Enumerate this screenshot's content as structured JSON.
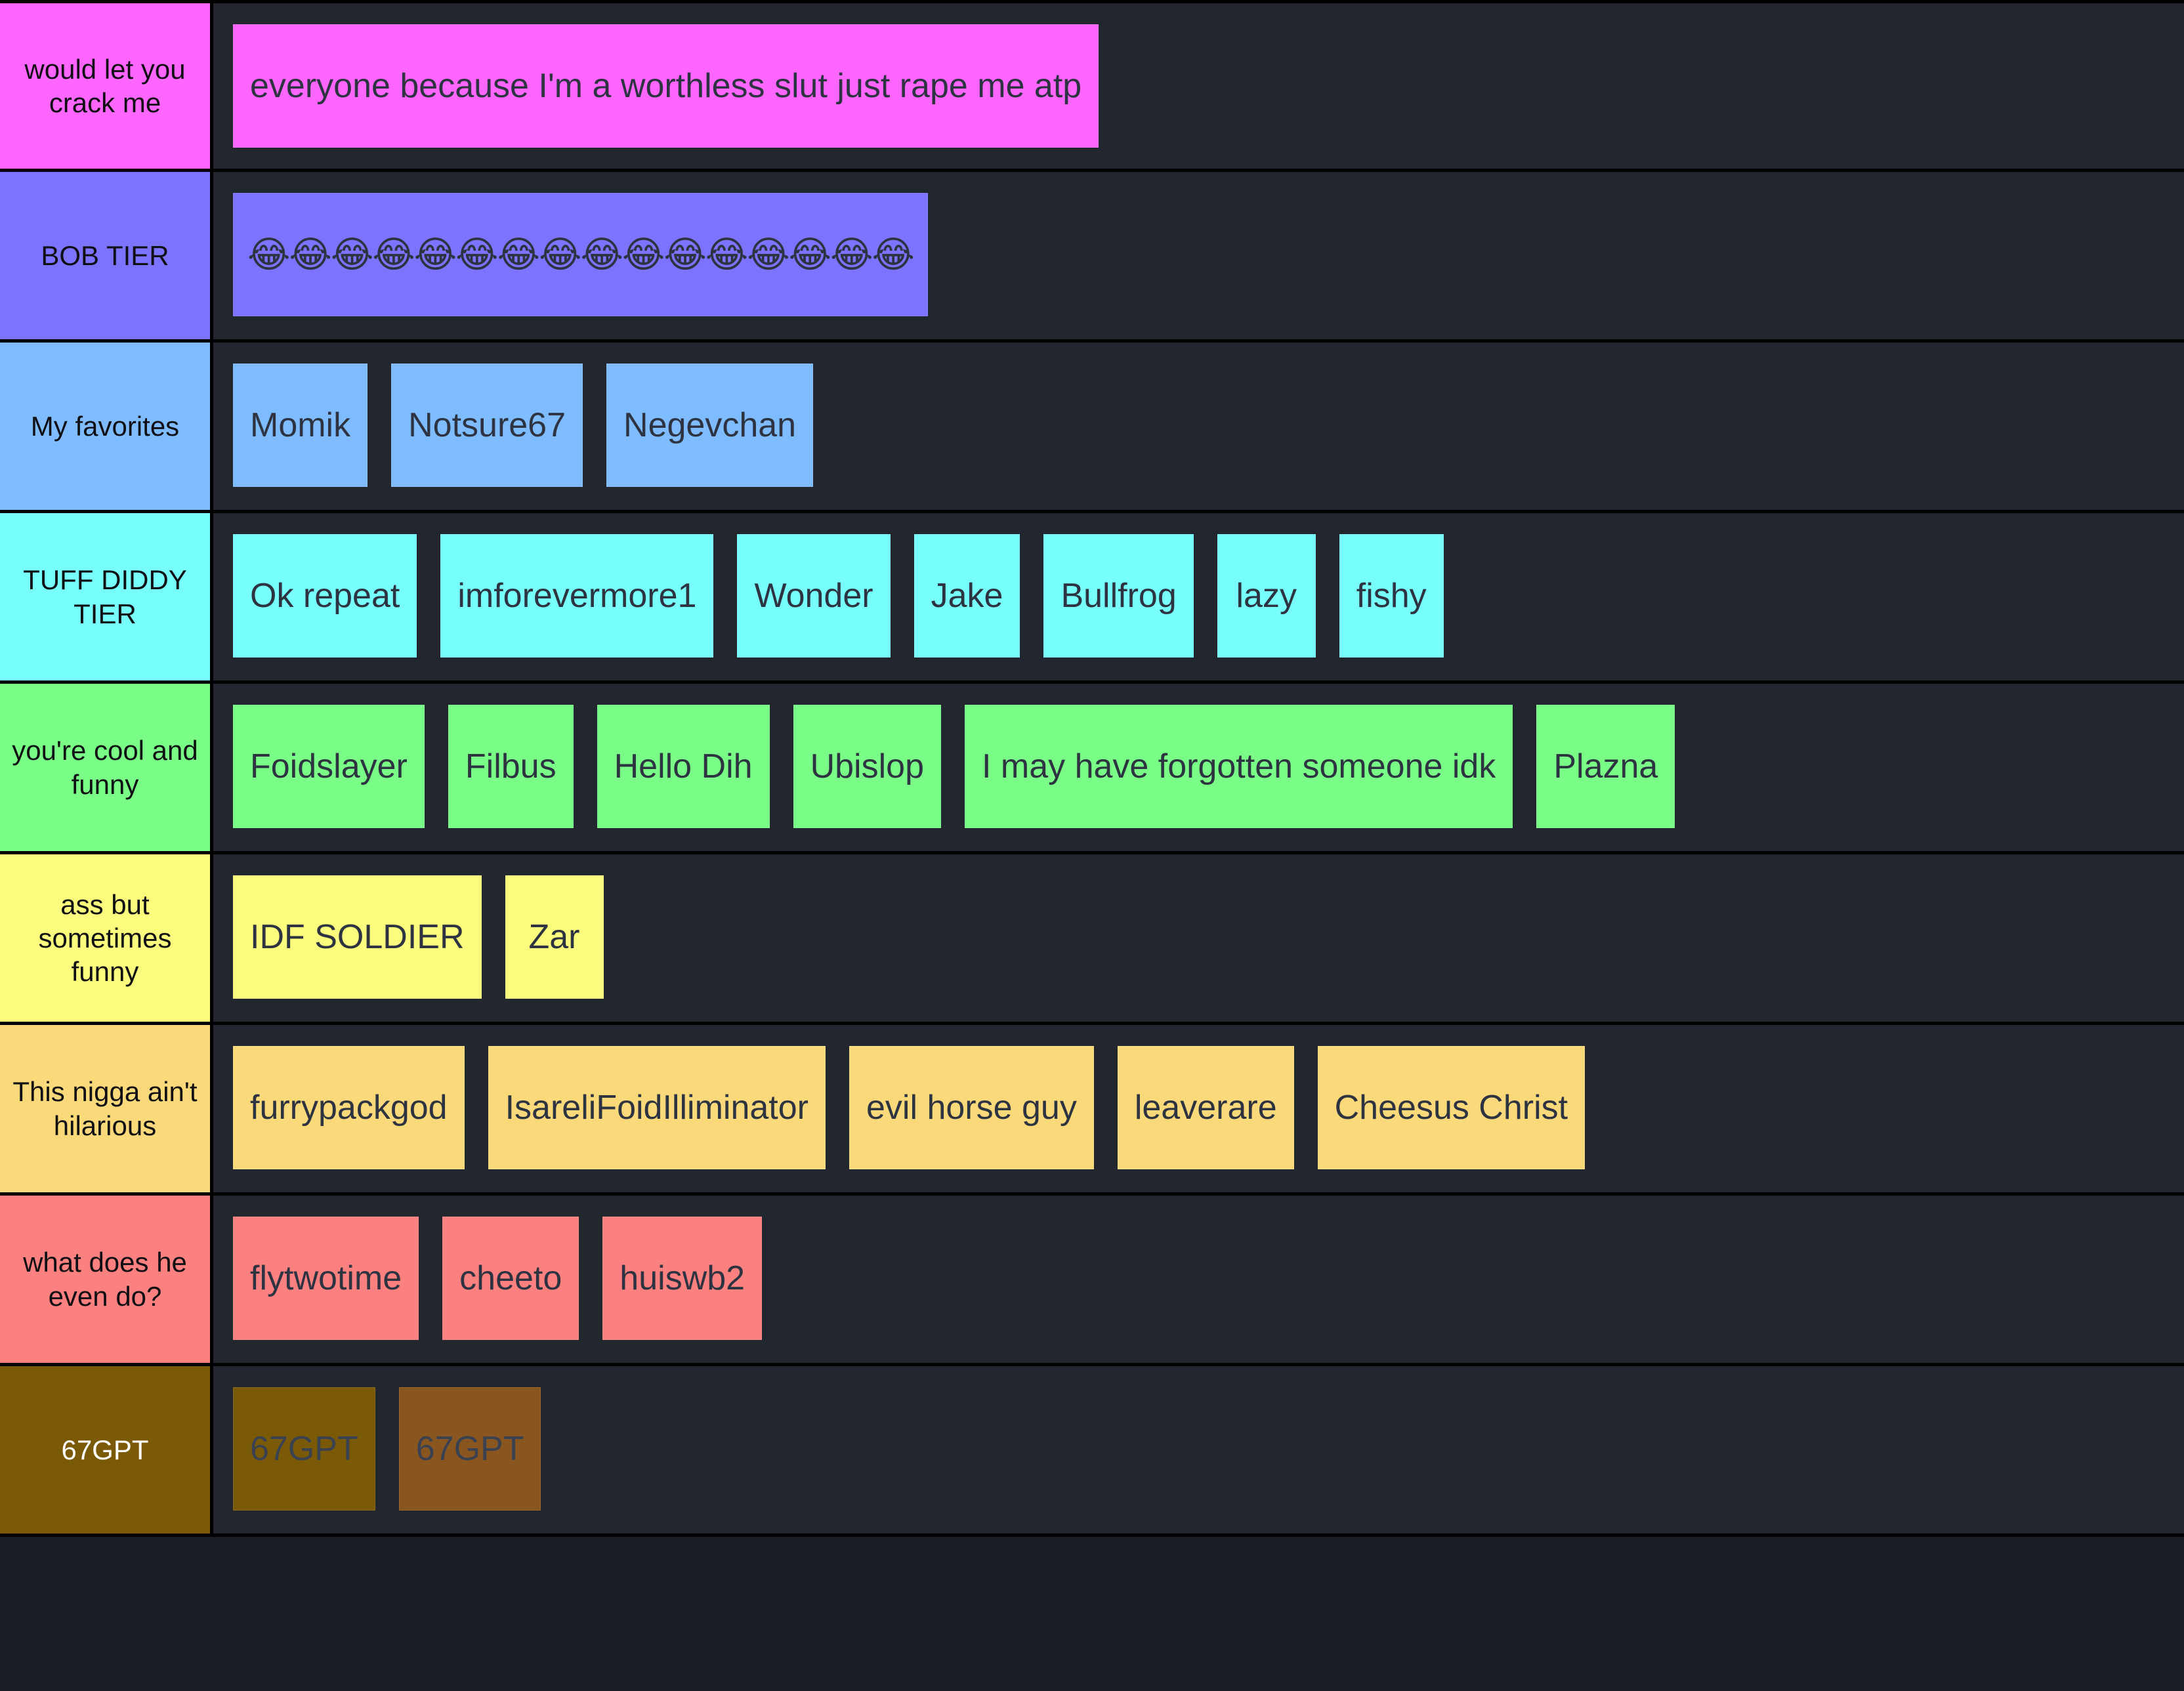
{
  "page": {
    "background_color": "#1a1d24",
    "row_background_color": "#22262f",
    "divider_color": "#000000",
    "item_text_color": "#2d3340",
    "label_text_color": "#0f0f14"
  },
  "tiers": [
    {
      "label": "would let you crack me",
      "label_color": "#ff66ff",
      "item_color": "#ff66ff",
      "items": [
        {
          "text": "everyone because I'm a worthless slut just rape me atp"
        }
      ]
    },
    {
      "label": "BOB TIER",
      "label_color": "#7c74ff",
      "item_color": "#7c74ff",
      "items": [
        {
          "text": "😂😂😂😂😂😂😂😂😂😂😂😂😂😂😂😂",
          "kind": "emoji"
        }
      ]
    },
    {
      "label": "My favorites",
      "label_color": "#7fbcff",
      "item_color": "#7fbcff",
      "items": [
        {
          "text": "Momik"
        },
        {
          "text": "Notsure67"
        },
        {
          "text": "Negevchan"
        }
      ]
    },
    {
      "label": "TUFF DIDDY TIER",
      "label_color": "#76fffb",
      "item_color": "#76fffb",
      "items": [
        {
          "text": "Ok repeat"
        },
        {
          "text": "imforevermore1"
        },
        {
          "text": "Wonder"
        },
        {
          "text": "Jake"
        },
        {
          "text": "Bullfrog"
        },
        {
          "text": "lazy"
        },
        {
          "text": "fishy"
        }
      ]
    },
    {
      "label": "you're cool and funny",
      "label_color": "#79fd86",
      "item_color": "#79fd86",
      "items": [
        {
          "text": "Foidslayer"
        },
        {
          "text": "Filbus"
        },
        {
          "text": "Hello Dih"
        },
        {
          "text": "Ubislop"
        },
        {
          "text": "I may have forgotten someone idk"
        },
        {
          "text": "Plazna"
        }
      ]
    },
    {
      "label": "ass but sometimes funny",
      "label_color": "#fbfb7d",
      "item_color": "#fbfb7d",
      "items": [
        {
          "text": "IDF SOLDIER"
        },
        {
          "text": "Zar"
        }
      ]
    },
    {
      "label": "This nigga ain't hilarious",
      "label_color": "#fad97a",
      "item_color": "#fad97a",
      "items": [
        {
          "text": "furrypackgod"
        },
        {
          "text": "IsareliFoidIlliminator"
        },
        {
          "text": "evil horse guy"
        },
        {
          "text": "leaverare"
        },
        {
          "text": "Cheesus Christ"
        }
      ]
    },
    {
      "label": "what does he even do?",
      "label_color": "#fb8080",
      "item_color": "#fb8080",
      "items": [
        {
          "text": "flytwotime"
        },
        {
          "text": "cheeto"
        },
        {
          "text": "huiswb2"
        }
      ]
    },
    {
      "label": "67GPT",
      "label_color": "#7a5a06",
      "label_text_color": "#ffffff",
      "item_color": "#7a5a06",
      "items": [
        {
          "text": "67GPT",
          "color": "#7a5a06",
          "dim": true
        },
        {
          "text": "67GPT",
          "color": "#8a5620",
          "dim": true
        }
      ]
    }
  ]
}
